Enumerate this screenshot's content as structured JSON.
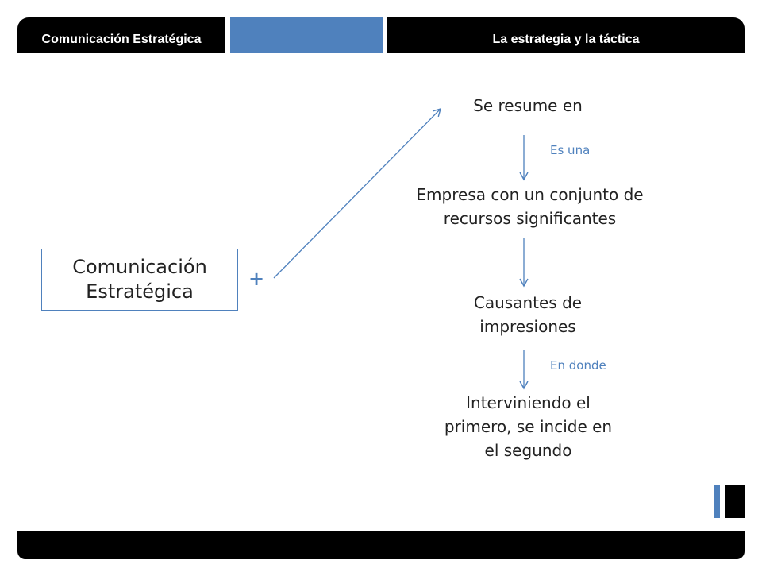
{
  "header": {
    "left_title": "Comunicación Estratégica",
    "right_title": "La estrategia y la táctica"
  },
  "diagram": {
    "main_box": "Comunicación Estratégica",
    "connector_symbol": "+",
    "nodes": {
      "resume": "Se resume en",
      "empresa": "Empresa con un conjunto de recursos significantes",
      "causantes": "Causantes de impresiones",
      "interviniendo": "Interviniendo el primero, se incide en el segundo"
    },
    "edge_labels": {
      "es_una": "Es una",
      "en_donde": "En donde"
    }
  },
  "colors": {
    "accent": "#4f81bd",
    "bar": "#000000"
  }
}
